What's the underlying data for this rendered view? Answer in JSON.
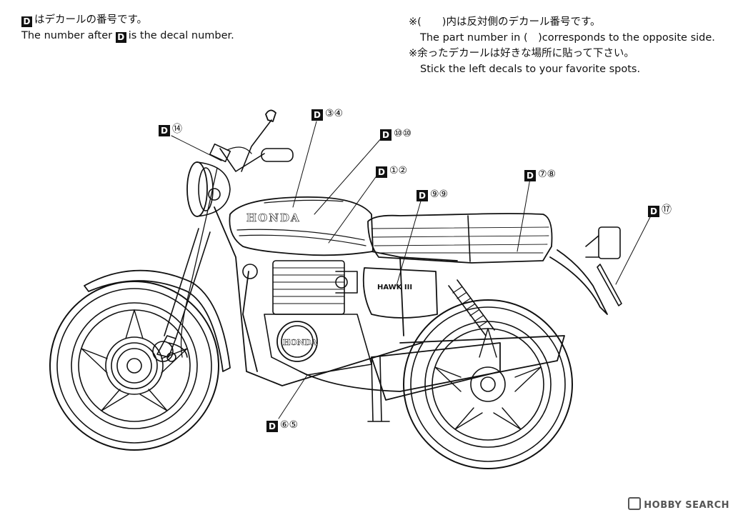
{
  "legend": {
    "d_symbol": "D",
    "line1_jp": "はデカールの番号です。",
    "line2_prefix": "The number after",
    "line2_suffix": "is the decal number."
  },
  "notes": {
    "jp1": "※(　　)内は反対側のデカール番号です。",
    "en1": "The part number in (　)corresponds to the opposite side.",
    "jp2": "※余ったデカールは好きな場所に貼って下さい。",
    "en2": "Stick the left decals to your favorite spots."
  },
  "callouts": [
    {
      "d": "D",
      "nums": "③④"
    },
    {
      "d": "D",
      "nums": "⑭"
    },
    {
      "d": "D",
      "nums": "⑩⑩"
    },
    {
      "d": "D",
      "nums": "①②"
    },
    {
      "d": "D",
      "nums": "⑨⑨"
    },
    {
      "d": "D",
      "nums": "⑦⑧"
    },
    {
      "d": "D",
      "nums": "⑰"
    },
    {
      "d": "D",
      "nums": "⑥⑤"
    }
  ],
  "tank_logo": "HONDA",
  "engine_logo": "HONDA",
  "side_cover_logo": "HAWK III",
  "watermark": "HOBBY SEARCH"
}
